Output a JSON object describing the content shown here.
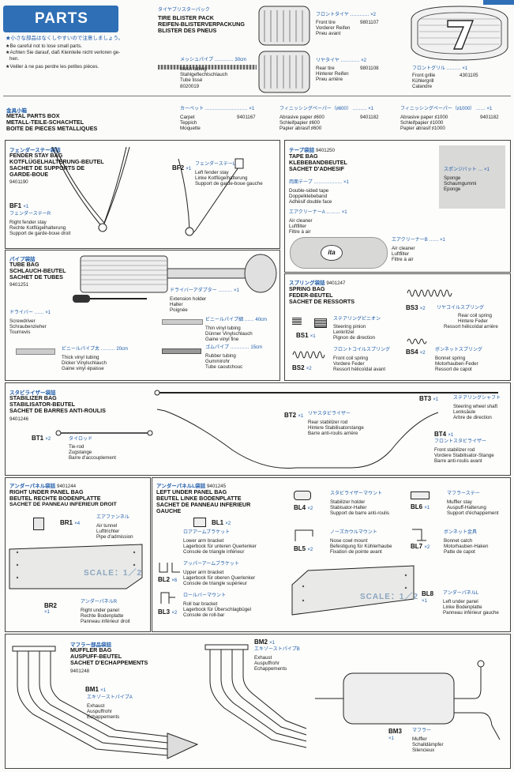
{
  "header": {
    "badge": "PARTS",
    "warn_jp": "★小さな部品はなくしやすいので注意しましょう。",
    "warn_en": "★Be careful not to lose small parts.",
    "warn_de": "★Achten Sie darauf, daß Kleinteile nicht verloren ge-",
    "warn_de2": "hen.",
    "warn_fr": "★Veiller à ne pas perdre les petites pièces."
  },
  "tire_pack": {
    "jp": "タイヤブリスターパック",
    "l1": "TIRE BLISTER PACK",
    "l2": "REIFEN-BLISTERVERPACKUNG",
    "l3": "BLISTER DES PNEUS"
  },
  "mesh": {
    "jp": "メッシュパイプ",
    "len": "30cm",
    "l1": "Mesh tubing",
    "l2": "Stahlgeflechtschlauch",
    "l3": "Tube tissé",
    "num": "8020019"
  },
  "front_tire": {
    "jp": "フロントタイヤ",
    "qty": "×2",
    "l1": "Front tire",
    "l2": "Vorderer Reifen",
    "l3": "Pneu avant",
    "num": "9801107"
  },
  "rear_tire": {
    "jp": "リヤタイヤ",
    "qty": "×2",
    "l1": "Rear tire",
    "l2": "Hinterer Reifen",
    "l3": "Pneu arrière",
    "num": "9801108"
  },
  "grille": {
    "jp": "フロントグリル",
    "qty": "×1",
    "l1": "Front grille",
    "l2": "Kühlergrill",
    "l3": "Calandre",
    "num": "4301105"
  },
  "metal_box": {
    "jp": "金具小箱",
    "l1": "METAL PARTS BOX",
    "l2": "METALL-TEILE-SCHACHTEL",
    "l3": "BOITE DE PIECES METALLIQUES"
  },
  "carpet": {
    "jp": "カーペット",
    "qty": "×1",
    "l1": "Carpet",
    "l2": "Teppich",
    "l3": "Moquette",
    "num": "9401167"
  },
  "paper600": {
    "jp": "フィニッシングペーパー（♯600）",
    "qty": "×1",
    "l1": "Abrasive paper ♯600",
    "l2": "Schleifpapier ♯600",
    "l3": "Papier abrasif ♯600",
    "num": "9401182"
  },
  "paper1000": {
    "jp": "フィニッシングペーパー（♯1000）",
    "qty": "×1",
    "l1": "Abrasive paper ♯1000",
    "l2": "Schleifpapier ♯1000",
    "l3": "Papier abrasif ♯1000",
    "num": "9401182"
  },
  "fender_bag": {
    "jp": "フェンダーステー袋詰",
    "l1": "FENDER STAY BAG",
    "l2": "KOTFLÜGELHALTERUNG-BEUTEL",
    "l3": "SACHET DE SUPPORTS DE",
    "l4": "GARDE-BOUE",
    "num": "9401190",
    "bf1": "BF1",
    "bf1q": "×1",
    "bf1jp": "フェンダーステーR",
    "bf1a": "Right fender stay",
    "bf1b": "Rechte Kotflügelhalterung",
    "bf1c": "Support de garde-boue droit",
    "bf2": "BF2",
    "bf2q": "×1",
    "bf2jp": "フェンダーステーL",
    "bf2a": "Left fender stay",
    "bf2b": "Linke Kotflügelhalterung",
    "bf2c": "Support de garde-boue gauche"
  },
  "tape_bag": {
    "jp": "テープ袋詰",
    "num": "9401250",
    "l1": "TAPE BAG",
    "l2": "KLEBEBANDBEUTEL",
    "l3": "SACHET D'ADHESIF",
    "dt_jp": "両面テープ",
    "dt_q": "×1",
    "dt1": "Double-sided tape",
    "dt2": "Doppelklebeband",
    "dt3": "Adhésif double face",
    "ac_jp": "エアクリーナーA",
    "ac_q": "×1",
    "ac1": "Air cleaner",
    "ac2": "Luftfilter",
    "ac3": "Filtre à air",
    "acb_jp": "エアクリーナーB",
    "acb_q": "×1",
    "acb1": "Air cleaner",
    "acb2": "Luftfilter",
    "acb3": "Filtre à air",
    "sp_jp": "スポンジバット",
    "sp_q": "×1",
    "sp1": "Sponge",
    "sp2": "Schaumgummi",
    "sp3": "Eponge",
    "logo": "ita"
  },
  "tube_bag": {
    "jp": "パイプ袋詰",
    "l1": "TUBE BAG",
    "l2": "SCHLAUCH-BEUTEL",
    "l3": "SACHET DE TUBES",
    "num": "9401251",
    "dr_jp": "ドライバー",
    "dr_q": "×1",
    "dr1": "Screwdriver",
    "dr2": "Schraubenzieher",
    "dr3": "Tournevis",
    "ha_jp": "ドライバーアダプター",
    "ha_q": "×1",
    "ha1": "Extension holder",
    "ha2": "Halter",
    "ha3": "Poignée",
    "tv_jp": "ビニールパイプ細",
    "tv_len": "40cm",
    "tv1": "Thin vinyl tubing",
    "tv2": "Dünner Vinylschlauch",
    "tv3": "Gaine vinyl fine",
    "kv_jp": "ビニールパイプ太",
    "kv_len": "20cm",
    "kv1": "Thick vinyl tubing",
    "kv2": "Dicker Vinylschlauch",
    "kv3": "Gaine vinyl épaisse",
    "rb_jp": "ゴムパイプ",
    "rb_len": "15cm",
    "rb1": "Rubber tubing",
    "rb2": "Gummirohr",
    "rb3": "Tube caoutchouc"
  },
  "spring_bag": {
    "jp": "スプリング袋詰",
    "num": "9401247",
    "l1": "SPRING BAG",
    "l2": "FEDER-BEUTEL",
    "l3": "SACHET DE RESSORTS",
    "bs1": "BS1",
    "bs1q": "×1",
    "bs1jp": "ステアリングピニオン",
    "bs1a": "Steering pinion",
    "bs1b": "Lenkritzel",
    "bs1c": "Pignon de direction",
    "bs2": "BS2",
    "bs2q": "×2",
    "bs2jp": "フロントコイルスプリング",
    "bs2a": "Front coil spring",
    "bs2b": "Vordere Feder",
    "bs2c": "Ressort hélicoïdal avant",
    "bs3": "BS3",
    "bs3q": "×2",
    "bs3jp": "リヤコイルスプリング",
    "bs3a": "Rear coil spring",
    "bs3b": "Hintere Feder",
    "bs3c": "Ressort hélicoïdal arrière",
    "bs4": "BS4",
    "bs4q": "×2",
    "bs4jp": "ボンネットスプリング",
    "bs4a": "Bonnet spring",
    "bs4b": "Motorhauben-Feder",
    "bs4c": "Ressort de capot"
  },
  "stab_bag": {
    "jp": "スタビライザー袋詰",
    "l1": "STABILIZER BAG",
    "l2": "STABILISATOR-BEUTEL",
    "l3": "SACHET DE BARRES ANTI-ROULIS",
    "num": "9401246",
    "bt1": "BT1",
    "bt1q": "×2",
    "bt1jp": "タイロッド",
    "bt1a": "Tie-rod",
    "bt1b": "Zugstange",
    "bt1c": "Barre d'accouplement",
    "bt2": "BT2",
    "bt2q": "×1",
    "bt2jp": "リヤスタビライザー",
    "bt2a": "Rear stabilizer rod",
    "bt2b": "Hintere Stabilisatorstange",
    "bt2c": "Barre anti-roulis arrière",
    "bt3": "BT3",
    "bt3q": "×1",
    "bt3jp": "ステアリングシャフト",
    "bt3a": "Steering wheel shaft",
    "bt3b": "Lenksäule",
    "bt3c": "Arbre de direction",
    "bt4": "BT4",
    "bt4q": "×1",
    "bt4jp": "フロントスタビライザー",
    "bt4a": "Front stabilizer rod",
    "bt4b": "Vordere Stabilisator-Stange",
    "bt4c": "Barre anti-roulis avant"
  },
  "right_panel": {
    "jp": "アンダーパネル袋詰",
    "num": "9401244",
    "l1": "RIGHT UNDER PANEL BAG",
    "l2": "BEUTEL RECHTE BODENPLATTE",
    "l3": "SACHET DE PANNEAU INFERIEUR DROIT",
    "br1": "BR1",
    "br1q": "×4",
    "br1jp": "エアファンネル",
    "br1a": "Air tunnel",
    "br1b": "Lufttrichter",
    "br1c": "Pipe d'admission",
    "br2": "BR2",
    "br2q": "×1",
    "br2jp": "アンダーパネルR",
    "br2a": "Right under panel",
    "br2b": "Rechte Bodenplatte",
    "br2c": "Panneau inférieur droit",
    "scale": "SCALE：1／2"
  },
  "left_panel": {
    "jp": "アンダーパネルL袋詰",
    "num": "9401245",
    "l1": "LEFT UNDER PANEL BAG",
    "l2": "BEUTEL LINKE BODENPLATTE",
    "l3": "SACHET DE PANNEAU INFERIEUR",
    "l4": "GAUCHE",
    "bl1": "BL1",
    "bl1q": "×2",
    "bl1jp": "ロアアームブラケット",
    "bl1a": "Lower arm bracket",
    "bl1b": "Lagerbock für unteren Querlenker",
    "bl1c": "Console de triangle inférieur",
    "bl2": "BL2",
    "bl2q": "×6",
    "bl2jp": "アッパーアームブラケット",
    "bl2a": "Upper arm bracket",
    "bl2b": "Lagerbock für oberen Querlenker",
    "bl2c": "Console de triangle supérieur",
    "bl3": "BL3",
    "bl3q": "×2",
    "bl3jp": "ロールバーマウント",
    "bl3a": "Roll bar bracket",
    "bl3b": "Lagerbock für Überschlagbügel",
    "bl3c": "Console de roll-bar",
    "bl4": "BL4",
    "bl4q": "×2",
    "bl4jp": "スタビライザーマウント",
    "bl4a": "Stabilizer holder",
    "bl4b": "Stabisator-Halter",
    "bl4c": "Support de barre anti-roulis",
    "bl5": "BL5",
    "bl5q": "×2",
    "bl5jp": "ノーズカウルマウント",
    "bl5a": "Nose cowl mount",
    "bl5b": "Befestigung für Kühlerhaube",
    "bl5c": "Fixation de pointe avant",
    "bl6": "BL6",
    "bl6q": "×1",
    "bl6jp": "マフラーステー",
    "bl6a": "Muffler stay",
    "bl6b": "Auspuff-Halterung",
    "bl6c": "Support d'échappement",
    "bl7": "BL7",
    "bl7q": "×2",
    "bl7jp": "ボンネット金具",
    "bl7a": "Bonnet catch",
    "bl7b": "Motorhauben-Haken",
    "bl7c": "Patte de capot",
    "bl8": "BL8",
    "bl8q": "×1",
    "bl8jp": "アンダーパネルL",
    "bl8a": "Left under panel",
    "bl8b": "Linke Bodenplatte",
    "bl8c": "Panneau inférieur gauche",
    "scale": "SCALE：1／2"
  },
  "muffler_bag": {
    "jp": "マフラー部品袋詰",
    "l1": "MUFFLER BAG",
    "l2": "AUSPUFF-BEUTEL",
    "l3": "SACHET D'ECHAPPEMENTS",
    "num": "9401248",
    "bm1": "BM1",
    "bm1q": "×1",
    "bm1jp": "エキゾーストパイプA",
    "bm1a": "Exhaust",
    "bm1b": "Auspuffrohr",
    "bm1c": "Echappements",
    "bm2": "BM2",
    "bm2q": "×1",
    "bm2jp": "エキゾーストパイプB",
    "bm2a": "Exhaust",
    "bm2b": "Auspuffrohr",
    "bm2c": "Echappements",
    "bm3": "BM3",
    "bm3q": "×1",
    "bm3jp": "マフラー",
    "bm3a": "Muffler",
    "bm3b": "Schalldämpfer",
    "bm3c": "Silencieux"
  }
}
